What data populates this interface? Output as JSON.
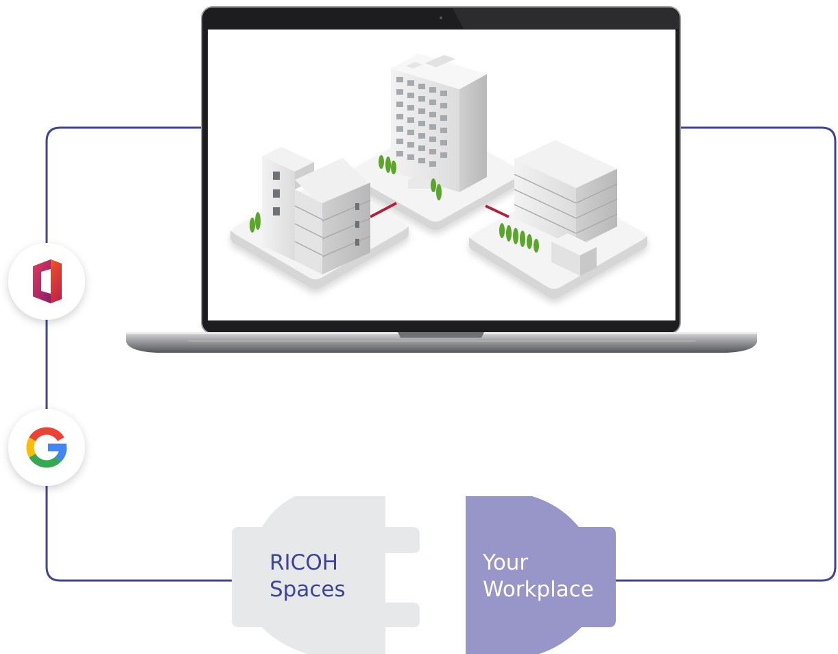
{
  "colors": {
    "connector_line": "#3d4597",
    "ricoh_plug": "#e7e8ea",
    "ricoh_text": "#3d4597",
    "workplace_plug": "#9895c8",
    "workplace_text": "#ffffff"
  },
  "integrations": [
    {
      "name": "office-icon"
    },
    {
      "name": "google-icon"
    }
  ],
  "plugs": {
    "ricoh": {
      "line1": "RICOH",
      "line2": "Spaces"
    },
    "workplace": {
      "line1": "Your",
      "line2": "Workplace"
    }
  },
  "screen": {
    "illustration": "isometric-buildings-network"
  }
}
